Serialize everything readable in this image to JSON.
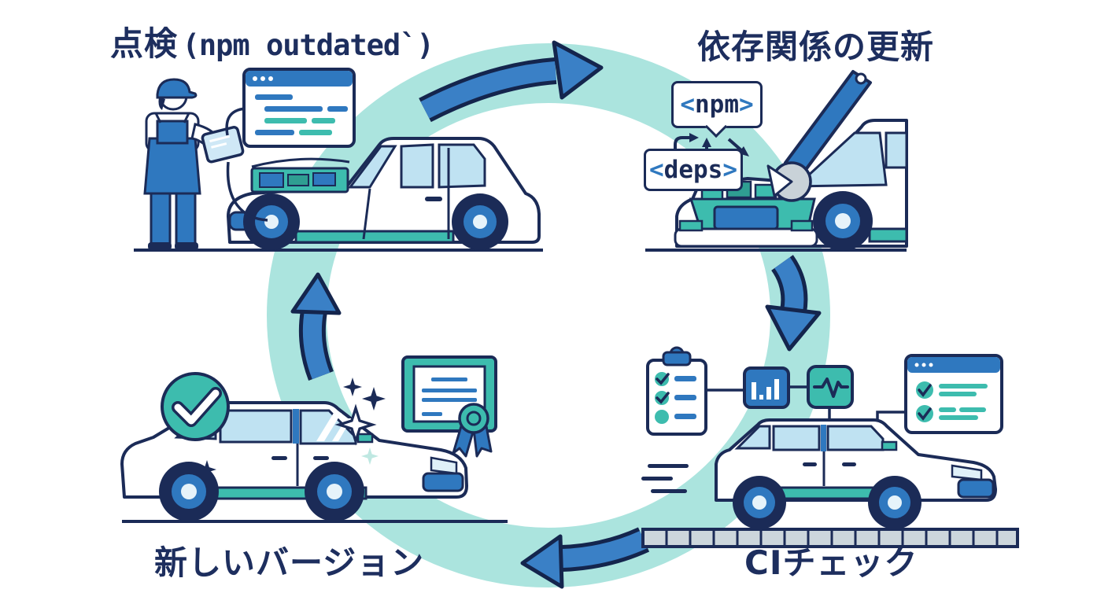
{
  "cycle": {
    "stages": [
      {
        "id": "inspection",
        "jp": "点検",
        "code": "(npm outdated`)"
      },
      {
        "id": "dependency-update",
        "jp": "依存関係の更新"
      },
      {
        "id": "ci-check",
        "jp": "CIチェック"
      },
      {
        "id": "new-version",
        "jp": "新しいバージョン"
      }
    ],
    "tags": {
      "npm": {
        "open": "<",
        "name": "npm",
        "close": ">"
      },
      "deps": {
        "open": "<",
        "name": "deps",
        "close": ">"
      }
    },
    "icons": {
      "check-icon": "✓",
      "window-dots-icon": "•••",
      "wrench-icon": "wrench",
      "clipboard-checklist-icon": "checklist",
      "bar-chart-icon": "bars",
      "pulse-monitor-icon": "pulse",
      "certificate-icon": "certificate",
      "check-badge-icon": "check in circle",
      "sparkles-icon": "✦",
      "cycle-arrow-icon": "curved arrow"
    },
    "colors": {
      "navy": "#1b2b57",
      "blue": "#2f78bf",
      "light_blue": "#bfe2f2",
      "teal": "#3dbcae",
      "ring_teal": "#abe4de",
      "gray": "#ccd6dc",
      "background": "#ffffff"
    }
  }
}
